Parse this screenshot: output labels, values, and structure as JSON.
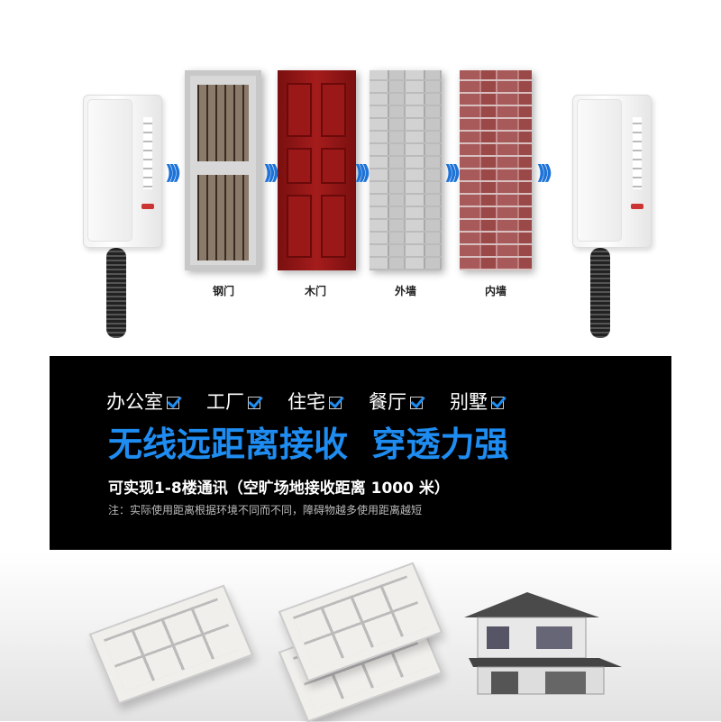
{
  "materials": [
    {
      "label": "钢门"
    },
    {
      "label": "木门"
    },
    {
      "label": "外墙"
    },
    {
      "label": "内墙"
    }
  ],
  "scenarios": [
    "办公室",
    "工厂",
    "住宅",
    "餐厅",
    "别墅"
  ],
  "headline": "无线远距离接收  穿透力强",
  "subtitle": "可实现1-8楼通讯（空旷场地接收距离 1000 米）",
  "note": "注：实际使用距离根据环境不同而不同，障碍物越多使用距离越短",
  "colors": {
    "accent": "#1e8cf0",
    "band": "#000000",
    "wifi": "#1e73d8"
  },
  "icons": {
    "signal": "wifi-signal-icon",
    "check": "checkbox-checked-icon"
  }
}
